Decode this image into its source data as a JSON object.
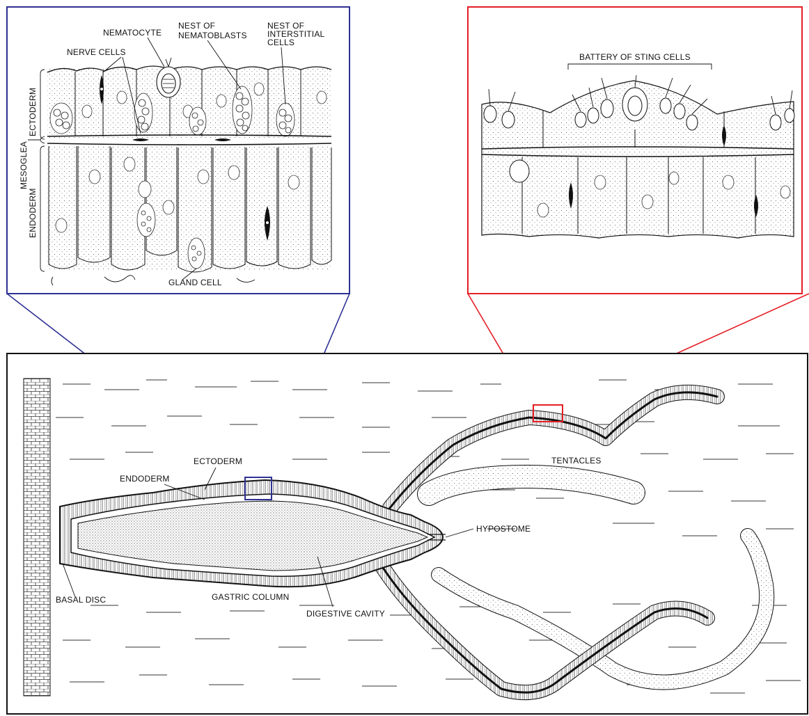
{
  "colors": {
    "left_inset_frame": "#2e3192",
    "right_inset_frame": "#e31e24",
    "main_frame": "#111111",
    "ink": "#111111"
  },
  "left_inset": {
    "labels": {
      "nematocyte": "NEMATOCYTE",
      "nest_nematoblasts_l1": "NEST OF",
      "nest_nematoblasts_l2": "NEMATOBLASTS",
      "nest_interstitial_l1": "NEST OF",
      "nest_interstitial_l2": "INTERSTITIAL",
      "nest_interstitial_l3": "CELLS",
      "nerve_cells": "NERVE CELLS",
      "ectoderm": "ECTODERM",
      "mesoglea": "MESOGLEA",
      "endoderm": "ENDODERM",
      "gland_cell": "GLAND CELL"
    }
  },
  "right_inset": {
    "labels": {
      "battery": "BATTERY OF STING CELLS"
    }
  },
  "main": {
    "labels": {
      "ectoderm": "ECTODERM",
      "endoderm": "ENDODERM",
      "tentacles": "TENTACLES",
      "hypostome": "HYPOSTOME",
      "basal_disc": "BASAL DISC",
      "gastric_column": "GASTRIC COLUMN",
      "digestive_cavity": "DIGESTIVE CAVITY"
    }
  }
}
